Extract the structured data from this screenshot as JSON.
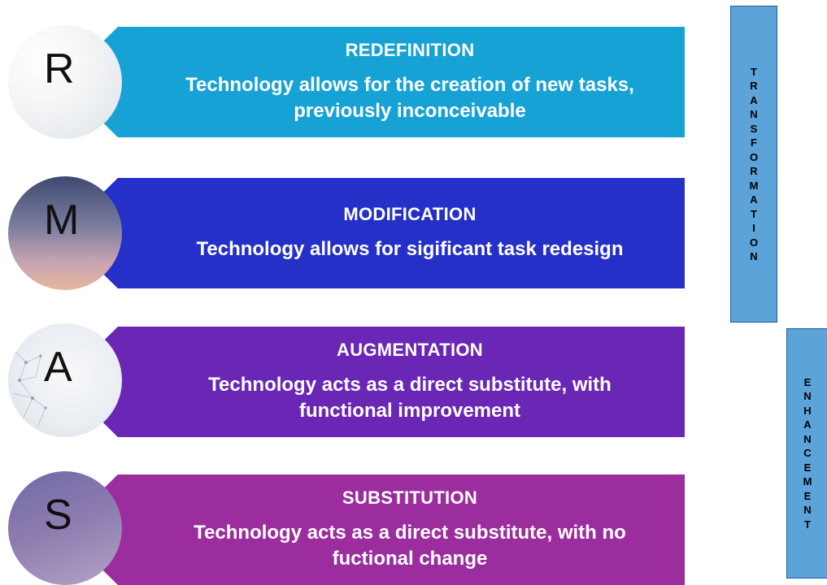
{
  "levels": [
    {
      "letter": "R",
      "title": "REDEFINITION",
      "desc_lines": [
        "Technology allows for the creation of new tasks,",
        "previously inconceivable"
      ],
      "color": "#17a2d6"
    },
    {
      "letter": "M",
      "title": "MODIFICATION",
      "desc_lines": [
        "Technology allows for sigificant task redesign"
      ],
      "color": "#2430c8"
    },
    {
      "letter": "A",
      "title": "AUGMENTATION",
      "desc_lines": [
        "Technology acts as a direct substitute, with",
        "functional improvement"
      ],
      "color": "#6a27b5"
    },
    {
      "letter": "S",
      "title": "SUBSTITUTION",
      "desc_lines": [
        "Technology acts as a direct substitute, with no",
        "fuctional change"
      ],
      "color": "#9b2d9e"
    }
  ],
  "side_labels": {
    "transformation": [
      "T",
      "R",
      "A",
      "N",
      "S",
      "F",
      "O",
      "R",
      "M",
      "A",
      "T",
      "I",
      "O",
      "N"
    ],
    "enhancement": [
      "E",
      "N",
      "H",
      "A",
      "N",
      "C",
      "E",
      "M",
      "E",
      "N",
      "T"
    ]
  },
  "colors": {
    "side_box_fill": "#5ba3d8",
    "side_box_border": "#1f5fa0"
  }
}
